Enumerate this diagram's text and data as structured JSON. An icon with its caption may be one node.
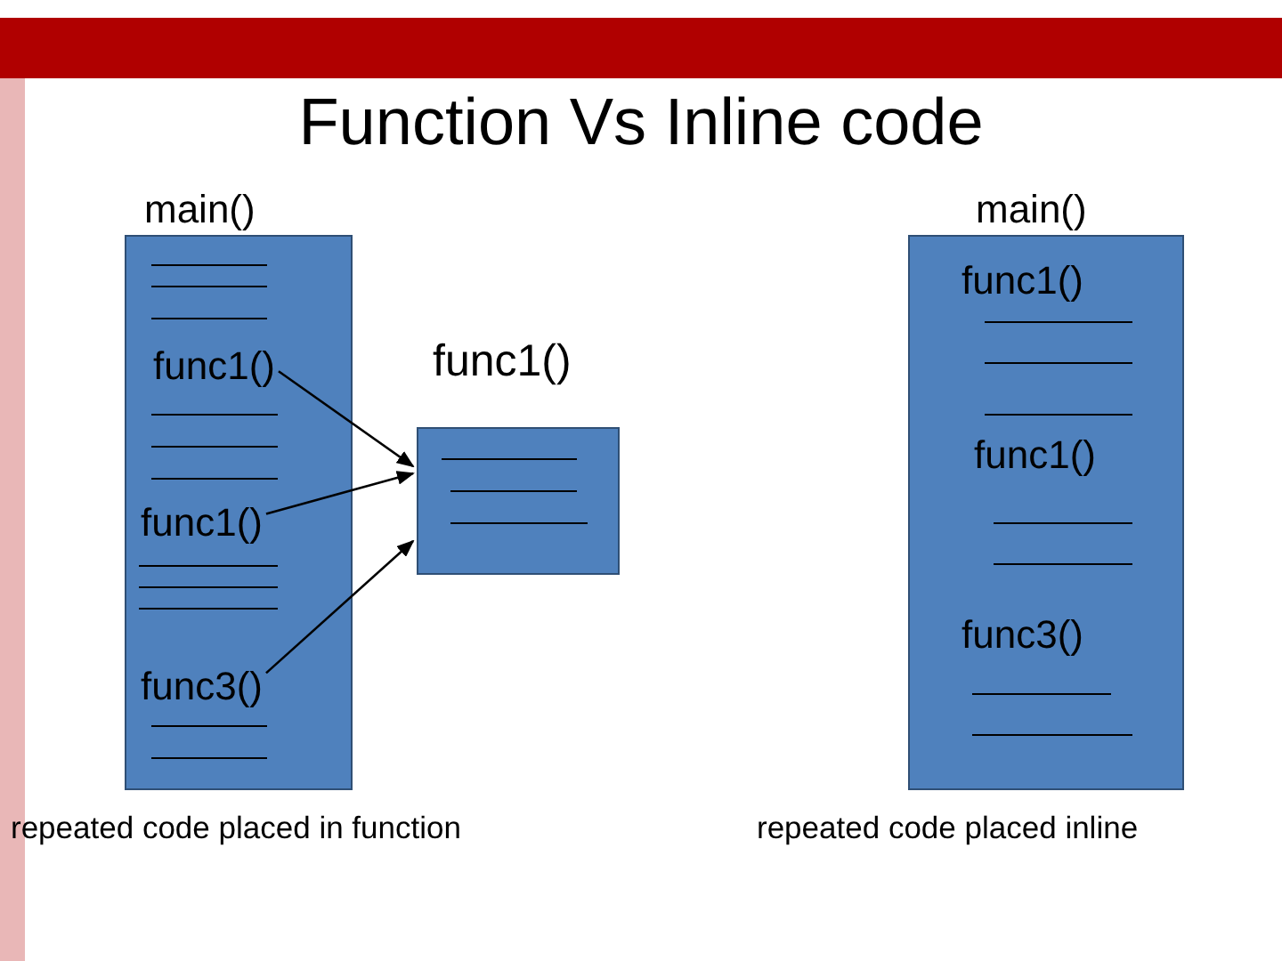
{
  "diagram": {
    "title": "Function Vs Inline code",
    "nodes": [
      {
        "text": [
          "main()"
        ],
        "beside": [
          "repeated code placed in function"
        ]
      },
      {
        "text": [
          "func1()"
        ],
        "in": 0
      },
      {
        "text": [
          "func1()"
        ],
        "in": 0
      },
      {
        "text": [
          "func3()"
        ],
        "in": 0
      },
      {
        "text": [
          "func1()"
        ]
      },
      {
        "text": [
          "main()"
        ],
        "beside": [
          "repeated code placed inline"
        ]
      }
    ],
    "edges": [
      {
        "from": 1,
        "to": 4,
        "arrow": "to"
      },
      {
        "from": 2,
        "to": 4,
        "arrow": "to"
      },
      {
        "from": 3,
        "to": 4,
        "arrow": "to"
      }
    ],
    "labels": [
      "func1()",
      "func1()",
      "func3()"
    ]
  }
}
